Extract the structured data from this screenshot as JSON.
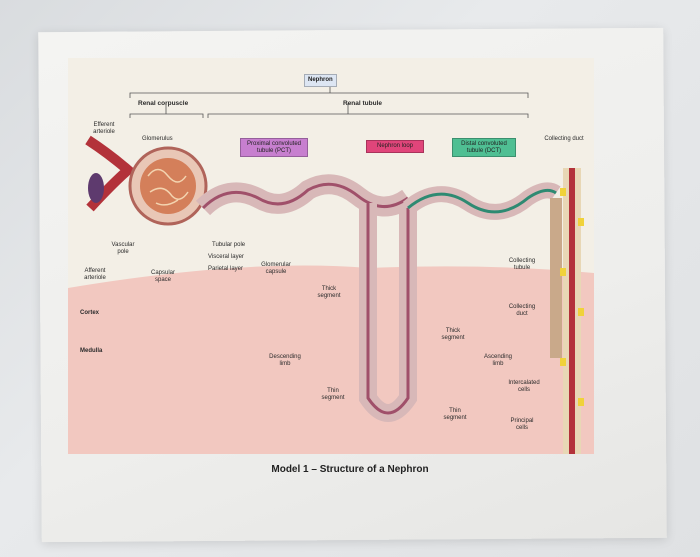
{
  "figure": {
    "title": "Nephron",
    "renal_corpuscle": "Renal corpuscle",
    "renal_tubule": "Renal tubule",
    "efferent_arteriole": "Efferent arteriole",
    "glomerulus": "Glomerulus",
    "pct": "Proximal convoluted tubule (PCT)",
    "nephron_loop": "Nephron loop",
    "dct": "Distal convoluted tubule (DCT)",
    "collecting_duct_top": "Collecting duct",
    "vascular_pole": "Vascular pole",
    "afferent_arteriole": "Afferent arteriole",
    "capsular_space": "Capsular space",
    "tubular_pole": "Tubular pole",
    "visceral_layer": "Visceral layer",
    "parietal_layer": "Parietal layer",
    "glomerular_capsule": "Glomerular capsule",
    "collecting_tubule": "Collecting tubule",
    "cortex": "Cortex",
    "medulla": "Medulla",
    "thick_segment_left": "Thick segment",
    "descending_limb": "Descending limb",
    "thin_segment_left": "Thin segment",
    "thick_segment_right": "Thick segment",
    "ascending_limb": "Ascending limb",
    "thin_segment_right": "Thin segment",
    "collecting_duct_mid": "Collecting duct",
    "intercalated_cells": "Intercalated cells",
    "principal_cells": "Principal cells",
    "colors": {
      "pct_box": "#c77fcf",
      "loop_box": "#e0457a",
      "dct_box": "#4fbf93",
      "medulla": "#f2c8c0",
      "tubule_wall": "#d8b8b8",
      "vessel": "#b3323a"
    }
  },
  "caption": "Model 1 – Structure of a Nephron"
}
